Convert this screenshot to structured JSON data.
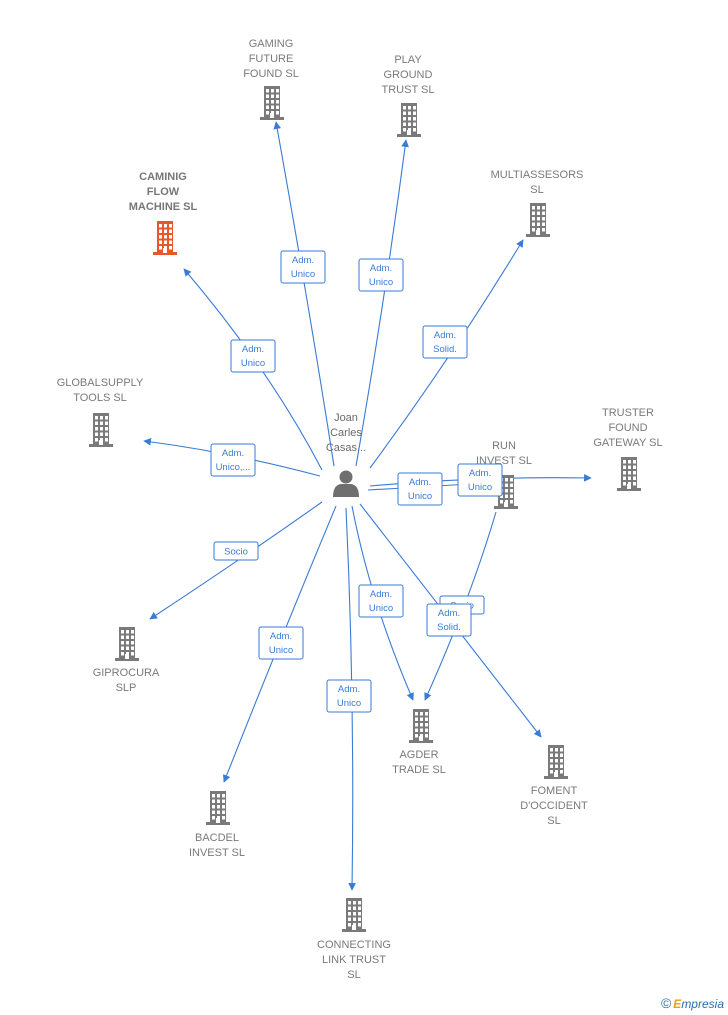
{
  "center": {
    "label": [
      "Joan",
      "Carles",
      "Casas..."
    ],
    "icon": "person-icon"
  },
  "nodes": [
    {
      "id": "gaming-future",
      "label": [
        "GAMING",
        "FUTURE",
        "FOUND  SL"
      ]
    },
    {
      "id": "play-ground",
      "label": [
        "PLAY",
        "GROUND",
        "TRUST  SL"
      ]
    },
    {
      "id": "caminig-flow",
      "label": [
        "CAMINIG",
        "FLOW",
        "MACHINE  SL"
      ],
      "highlight": true
    },
    {
      "id": "multiassesors",
      "label": [
        "MULTIASSESORS",
        "SL"
      ]
    },
    {
      "id": "globalsupply",
      "label": [
        "GLOBALSUPPLY",
        "TOOLS  SL"
      ]
    },
    {
      "id": "truster-found",
      "label": [
        "TRUSTER",
        "FOUND",
        "GATEWAY  SL"
      ]
    },
    {
      "id": "run-invest",
      "label": [
        "RUN",
        "INVEST  SL"
      ]
    },
    {
      "id": "giprocura",
      "label": [
        "GIPROCURA",
        "SLP"
      ]
    },
    {
      "id": "agder-trade",
      "label": [
        "AGDER",
        "TRADE SL"
      ]
    },
    {
      "id": "foment-doccident",
      "label": [
        "FOMENT",
        "D'OCCIDENT",
        "SL"
      ]
    },
    {
      "id": "bacdel-invest",
      "label": [
        "BACDEL",
        "INVEST SL"
      ]
    },
    {
      "id": "connecting-link",
      "label": [
        "CONNECTING",
        "LINK TRUST",
        "SL"
      ]
    }
  ],
  "edges": [
    {
      "to": "gaming-future",
      "label": [
        "Adm.",
        "Unico"
      ]
    },
    {
      "to": "play-ground",
      "label": [
        "Adm.",
        "Unico"
      ]
    },
    {
      "to": "caminig-flow",
      "label": [
        "Adm.",
        "Unico"
      ]
    },
    {
      "to": "multiassesors",
      "label": [
        "Adm.",
        "Solid."
      ]
    },
    {
      "to": "globalsupply",
      "label": [
        "Adm.",
        "Unico,..."
      ]
    },
    {
      "to": "truster-found",
      "label": [
        "Adm.",
        "Unico"
      ]
    },
    {
      "to": "run-invest",
      "label": [
        "Adm.",
        "Unico"
      ]
    },
    {
      "to": "giprocura",
      "label": [
        "Socio"
      ]
    },
    {
      "to": "agder-trade",
      "label": [
        "Adm.",
        "Unico"
      ]
    },
    {
      "to": "agder-trade",
      "from": "run-invest",
      "label": [
        "Socio"
      ]
    },
    {
      "to": "foment-doccident",
      "label": [
        "Adm.",
        "Solid."
      ]
    },
    {
      "to": "bacdel-invest",
      "label": [
        "Adm.",
        "Unico"
      ]
    },
    {
      "to": "connecting-link",
      "label": [
        "Adm.",
        "Unico"
      ]
    }
  ],
  "colors": {
    "edge": "#3a7bd5",
    "building": "#7a7a7a",
    "highlight": "#e8562a",
    "person": "#6f6f6f"
  },
  "footer": {
    "copyright": "©",
    "brand_first": "E",
    "brand_rest": "mpresia"
  }
}
